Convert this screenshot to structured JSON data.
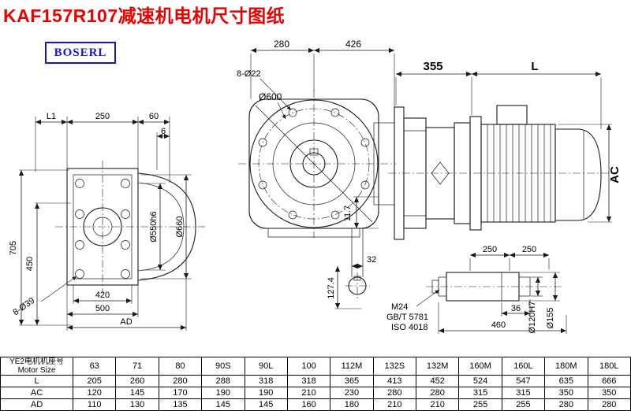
{
  "title": "KAF157R107减速机电机尺寸图纸",
  "brand": "BOSERL",
  "colors": {
    "title": "#e80000",
    "brand": "#1515cc",
    "line": "#1a1a1a"
  },
  "side_view": {
    "dim_l1": "L1",
    "dim_250": "250",
    "dim_60": "60",
    "dim_6": "6",
    "dim_705": "705",
    "dim_450": "450",
    "dim_420": "420",
    "dim_500": "500",
    "dim_ad": "AD",
    "dim_holes": "8-Ø39",
    "dim_d550": "Ø550h6",
    "dim_d660": "Ø660"
  },
  "front_view": {
    "dim_280": "280",
    "dim_426": "426",
    "dim_holes": "8-Ø22",
    "dim_d600": "Ø600",
    "dim_11_7": "11.7",
    "dim_32": "32",
    "dim_127_4": "127.4"
  },
  "motor_view": {
    "dim_355": "355",
    "dim_l": "L",
    "dim_ac": "AC"
  },
  "shaft_view": {
    "dim_250a": "250",
    "dim_250b": "250",
    "dim_36": "36",
    "dim_460": "460",
    "dim_d120": "Ø120H7",
    "dim_d155": "Ø155",
    "thread": "M24",
    "std1": "GB/T 5781",
    "std2": "ISO 4018"
  },
  "table": {
    "header_cn": "YE2电机机座号",
    "header_en": "Motor Size",
    "columns": [
      "63",
      "71",
      "80",
      "90S",
      "90L",
      "100",
      "112M",
      "132S",
      "132M",
      "160M",
      "160L",
      "180M",
      "180L"
    ],
    "rows": [
      {
        "label": "L",
        "values": [
          "205",
          "260",
          "280",
          "288",
          "318",
          "318",
          "365",
          "413",
          "452",
          "524",
          "547",
          "635",
          "666"
        ]
      },
      {
        "label": "AC",
        "values": [
          "120",
          "145",
          "170",
          "190",
          "190",
          "210",
          "230",
          "280",
          "280",
          "315",
          "315",
          "350",
          "350"
        ]
      },
      {
        "label": "AD",
        "values": [
          "110",
          "130",
          "135",
          "145",
          "145",
          "160",
          "180",
          "210",
          "210",
          "255",
          "255",
          "280",
          "280"
        ]
      }
    ]
  }
}
